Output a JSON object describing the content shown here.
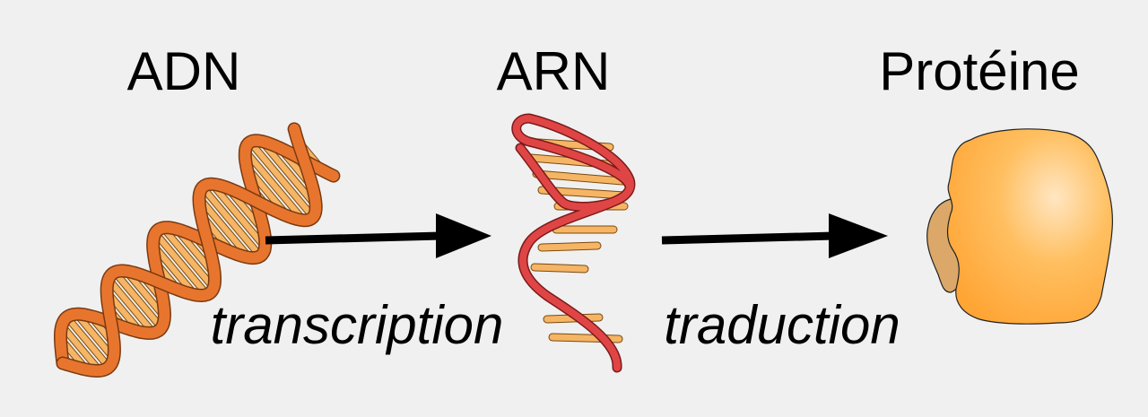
{
  "labels": {
    "dna": "ADN",
    "rna": "ARN",
    "protein": "Protéine",
    "transcription": "transcription",
    "translation": "traduction"
  },
  "colors": {
    "background": "#f0f0f0",
    "dna_backbone": "#e8752e",
    "rna_backbone": "#e04545",
    "base_pair": "#f5b565",
    "protein_light": "#ffe0b0",
    "protein_main": "#ffaa3c",
    "protein_shadow": "#dba86a",
    "arrow": "#000000",
    "outline": "#222222"
  }
}
